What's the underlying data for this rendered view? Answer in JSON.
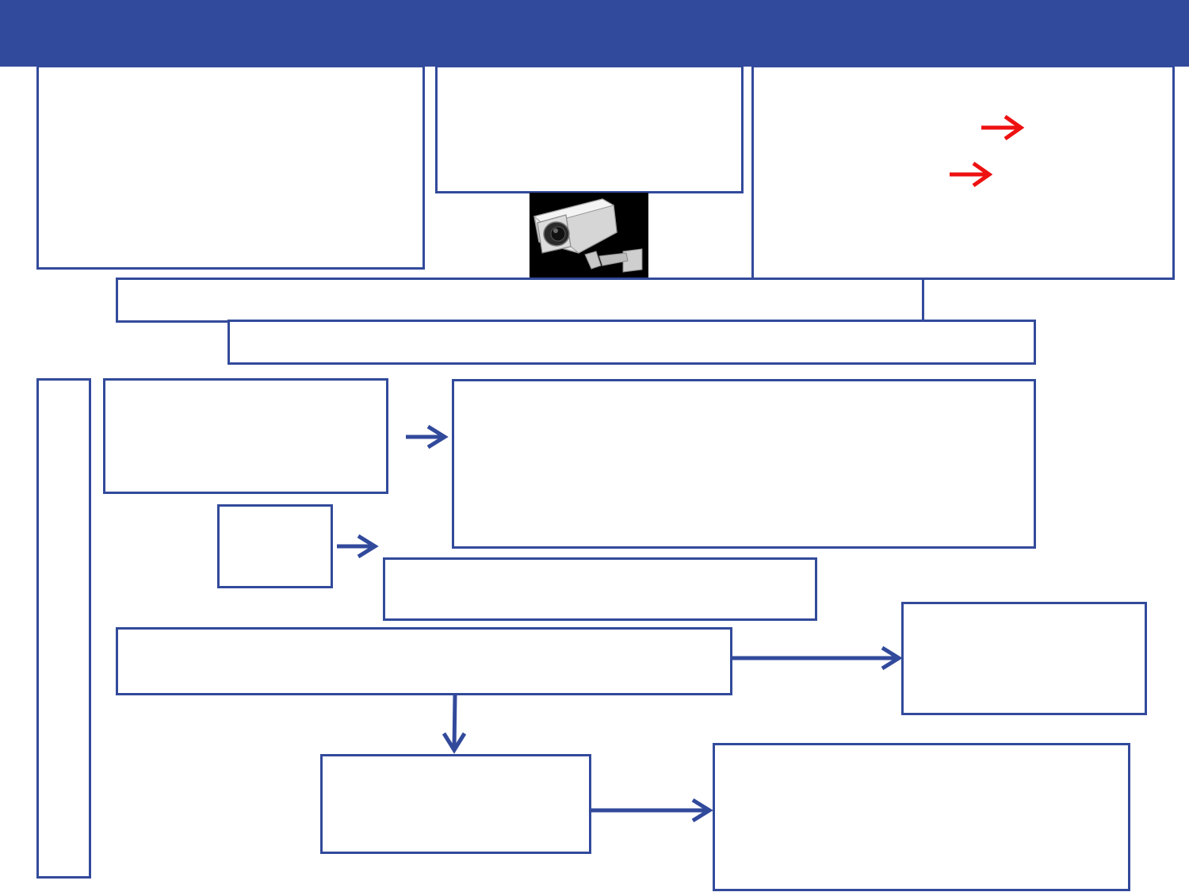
{
  "colors": {
    "header": "#324a9b",
    "box_border": "#324a9b",
    "connector": "#324a9b",
    "highlight_arrow": "#ee1111",
    "camera_background": "#000000"
  },
  "header": {
    "title": ""
  },
  "image": {
    "icon": "security-camera-icon"
  },
  "boxes": [
    {
      "id": "top-left-panel",
      "text": ""
    },
    {
      "id": "top-center-panel",
      "text": ""
    },
    {
      "id": "top-right-panel",
      "text": ""
    },
    {
      "id": "summary-bar-1",
      "text": ""
    },
    {
      "id": "summary-bar-2",
      "text": ""
    },
    {
      "id": "vertical-sidebar",
      "text": ""
    },
    {
      "id": "flow-box-a",
      "text": ""
    },
    {
      "id": "flow-box-b",
      "text": ""
    },
    {
      "id": "flow-box-c",
      "text": ""
    },
    {
      "id": "flow-box-d",
      "text": ""
    },
    {
      "id": "flow-box-e",
      "text": ""
    },
    {
      "id": "flow-box-f",
      "text": ""
    },
    {
      "id": "flow-box-g",
      "text": ""
    },
    {
      "id": "flow-box-h",
      "text": ""
    }
  ]
}
